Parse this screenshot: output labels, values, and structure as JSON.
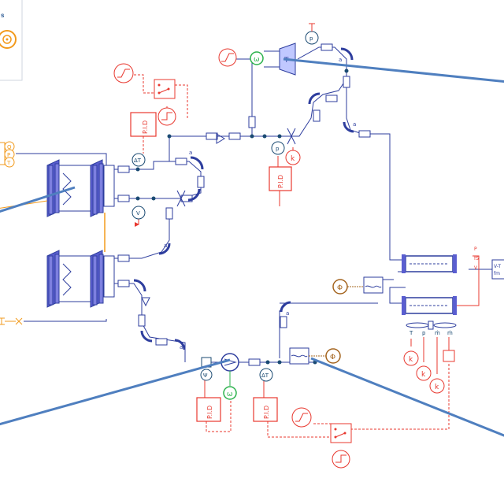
{
  "colors": {
    "pipe": "#2e3e9e",
    "control": "#e8382f",
    "thermal": "#f29a1c",
    "rotation": "#2bb24c",
    "heat": "#a4641e",
    "overlay": "#4f7fbf",
    "node": "#1a4a72"
  },
  "legend": {
    "icon": "gear-icon"
  },
  "pid_blocks": [
    {
      "label": "P.I.D"
    },
    {
      "label": "P.I.D"
    },
    {
      "label": "P.I.D"
    },
    {
      "label": "P.I.D"
    }
  ],
  "sensors": {
    "temp_diff_top": "ΔT",
    "volt_top": "V",
    "pressure_mid": "p",
    "pressure_top": "p",
    "psi_left": "Ψ",
    "temp_diff_bottom": "ΔT",
    "thermal_sensor": "Q\nP\nT",
    "rot_top": "ω",
    "rot_bottom": "ω",
    "radiator_T": "T",
    "radiator_p": "p",
    "radiator_m": "ṁ",
    "radiator_dot": "ṁ"
  },
  "gains": [
    "k",
    "k",
    "k",
    "k"
  ],
  "heat_sources": [
    "Φ",
    "Φ"
  ],
  "turbine_label": "T",
  "right_device_labels": [
    "P",
    "fS",
    "V"
  ],
  "orifice_marks": [
    "a",
    "a",
    "a",
    "a",
    "a",
    "a"
  ]
}
